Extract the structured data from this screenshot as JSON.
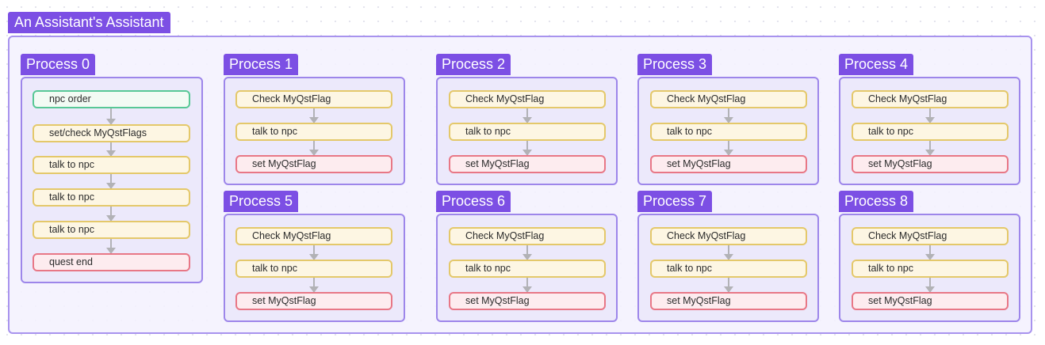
{
  "board": {
    "title": "An Assistant's Assistant"
  },
  "colors": {
    "accent": "#7c4fe4",
    "check_node_border": "#e4c86a",
    "start_node_border": "#57c896",
    "end_node_border": "#e87786",
    "connector": "#b2b2b6"
  },
  "process0": {
    "title": "Process 0",
    "steps": [
      {
        "label": "npc order",
        "kind": "start"
      },
      {
        "label": "set/check MyQstFlags",
        "kind": "step"
      },
      {
        "label": "talk to npc",
        "kind": "step"
      },
      {
        "label": "talk to npc",
        "kind": "step"
      },
      {
        "label": "talk to npc",
        "kind": "step"
      },
      {
        "label": "quest end",
        "kind": "end"
      }
    ]
  },
  "processes": [
    {
      "title": "Process 1",
      "steps": [
        "Check MyQstFlag",
        "talk to npc",
        "set MyQstFlag"
      ]
    },
    {
      "title": "Process 2",
      "steps": [
        "Check MyQstFlag",
        "talk to npc",
        "set MyQstFlag"
      ]
    },
    {
      "title": "Process 3",
      "steps": [
        "Check MyQstFlag",
        "talk to npc",
        "set MyQstFlag"
      ]
    },
    {
      "title": "Process 4",
      "steps": [
        "Check MyQstFlag",
        "talk to npc",
        "set MyQstFlag"
      ]
    },
    {
      "title": "Process 5",
      "steps": [
        "Check MyQstFlag",
        "talk to npc",
        "set MyQstFlag"
      ]
    },
    {
      "title": "Process 6",
      "steps": [
        "Check MyQstFlag",
        "talk to npc",
        "set MyQstFlag"
      ]
    },
    {
      "title": "Process 7",
      "steps": [
        "Check MyQstFlag",
        "talk to npc",
        "set MyQstFlag"
      ]
    },
    {
      "title": "Process 8",
      "steps": [
        "Check MyQstFlag",
        "talk to npc",
        "set MyQstFlag"
      ]
    }
  ]
}
